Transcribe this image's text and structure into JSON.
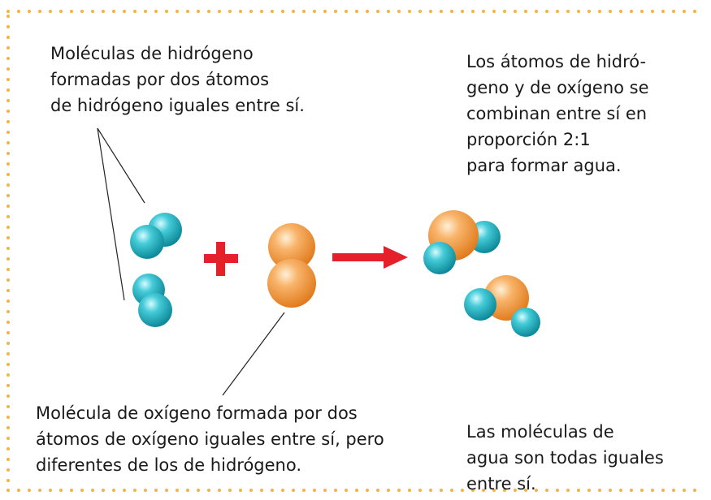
{
  "labels": {
    "hydrogen_molecules": "Moléculas de hidrógeno\nformadas por dos átomos\nde hidrógeno iguales entre sí.",
    "combination": "Los átomos de hidró-\ngeno y de oxígeno se\ncombinan entre sí en\nproporción 2:1\npara formar agua.",
    "oxygen_molecule": "Molécula de oxígeno formada por dos\nátomos de oxígeno iguales entre sí, pero\ndiferentes de los de hidrógeno.",
    "water_molecules": "Las moléculas de\nagua son todas iguales\nentre sí."
  },
  "colors": {
    "border_dots": "#f2b347",
    "hydrogen": "#1fb3c4",
    "oxygen": "#f4a050",
    "operator": "#e5202b",
    "leader_lines": "#222222"
  },
  "symbols": {
    "operator_plus": "plus-sign",
    "operator_arrow": "right-arrow"
  }
}
